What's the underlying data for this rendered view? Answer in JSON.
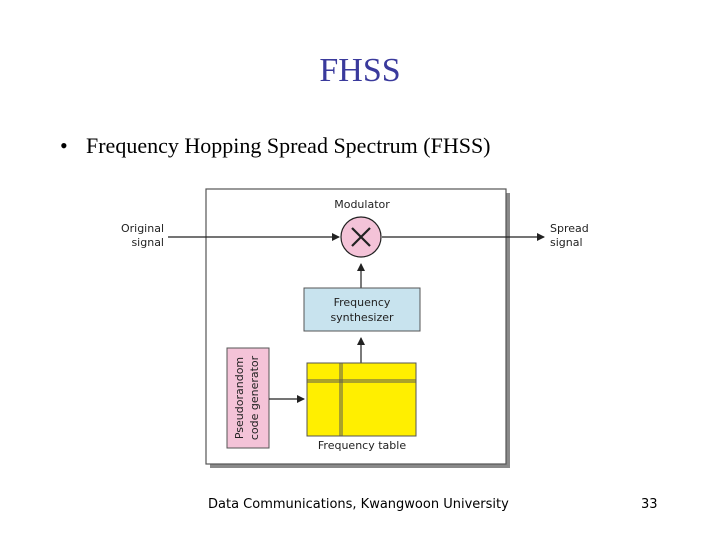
{
  "slide": {
    "title": "FHSS",
    "bullet": "Frequency Hopping Spread Spectrum (FHSS)",
    "footer_text": "Data Communications, Kwangwoon University",
    "page_number": "33"
  },
  "diagram": {
    "original_signal_line1": "Original",
    "original_signal_line2": "signal",
    "spread_signal_line1": "Spread",
    "spread_signal_line2": "signal",
    "modulator_label": "Modulator",
    "synth_line1": "Frequency",
    "synth_line2": "synthesizer",
    "pn_line1": "Pseudorandom",
    "pn_line2": "code generator",
    "freq_table_label": "Frequency table",
    "colors": {
      "modulator_fill": "#f4c3d8",
      "synth_fill": "#c8e3ee",
      "pn_fill": "#f4c3d8",
      "table_fill": "#ffef00",
      "title_color": "#3a3a9c"
    }
  }
}
